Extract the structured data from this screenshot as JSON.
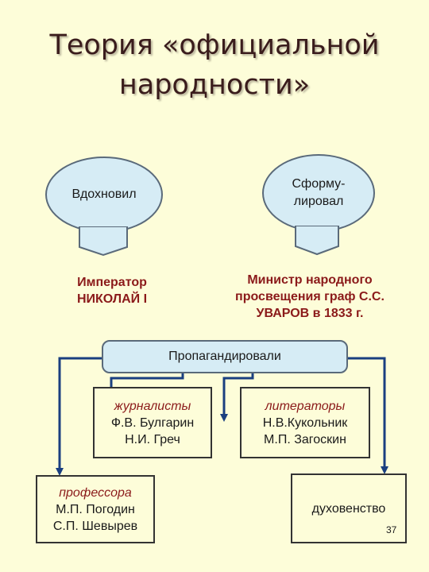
{
  "title": {
    "line1": "Теория «официальной",
    "line2": "народности»"
  },
  "left_oval": {
    "label": "Вдохновил"
  },
  "right_oval": {
    "line1": "Сформу-",
    "line2": "лировал"
  },
  "emperor": {
    "line1": "Император",
    "line2": "НИКОЛАЙ  I"
  },
  "minister": {
    "line1": "Министр народного",
    "line2": "просвещения граф С.С.",
    "line3": "УВАРОВ в 1833 г."
  },
  "propaganda": {
    "label": "Пропагандировали"
  },
  "journalists": {
    "heading": "журналисты",
    "line1": "Ф.В. Булгарин",
    "line2": "Н.И. Греч"
  },
  "writers": {
    "heading": "литераторы",
    "line1": "Н.В.Кукольник",
    "line2": "М.П. Загоскин"
  },
  "professors": {
    "heading": "профессора",
    "line1": "М.П. Погодин",
    "line2": "С.П. Шевырев"
  },
  "clergy": {
    "label": "духовенство"
  },
  "page_number": "37"
}
